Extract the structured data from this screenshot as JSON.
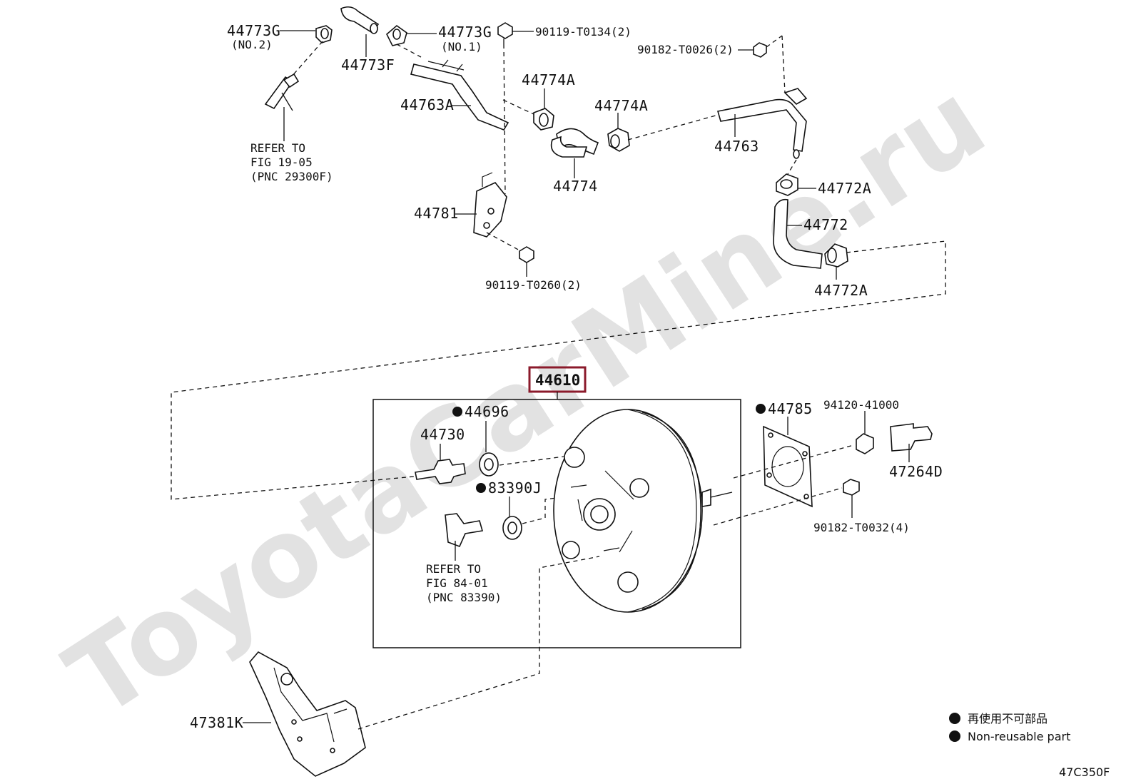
{
  "watermark": "ToyotaCarMine.ru",
  "figure_id": "47C350F",
  "highlight_part": "44610",
  "callouts": {
    "p44773G_no2": "44773G",
    "p44773G_no2_sub": "(NO.2)",
    "p44773F": "44773F",
    "p44773G_no1": "44773G",
    "p44773G_no1_sub": "(NO.1)",
    "p90119_T0134": "90119-T0134(2)",
    "p90182_T0026": "90182-T0026(2)",
    "p44774A_1": "44774A",
    "p44774A_2": "44774A",
    "p44763A": "44763A",
    "p44763": "44763",
    "p44774": "44774",
    "p44772A_1": "44772A",
    "p44772": "44772",
    "p44772A_2": "44772A",
    "p44781": "44781",
    "p90119_T0260": "90119-T0260(2)",
    "p44696": "44696",
    "p44730": "44730",
    "p83390J": "83390J",
    "p44785": "44785",
    "p94120_41000": "94120-41000",
    "p47264D": "47264D",
    "p90182_T0032": "90182-T0032(4)",
    "p47381K": "47381K"
  },
  "refer_1": [
    "REFER TO",
    "FIG 19-05",
    "(PNC 29300F)"
  ],
  "refer_2": [
    "REFER TO",
    "FIG 84-01",
    "(PNC 83390)"
  ],
  "legend": {
    "line_jp": "再使用不可部品",
    "line_en": "Non-reusable part"
  },
  "colors": {
    "highlight_box": "#8b1a2b",
    "watermark": "#e2e2e2",
    "ink": "#111111"
  }
}
